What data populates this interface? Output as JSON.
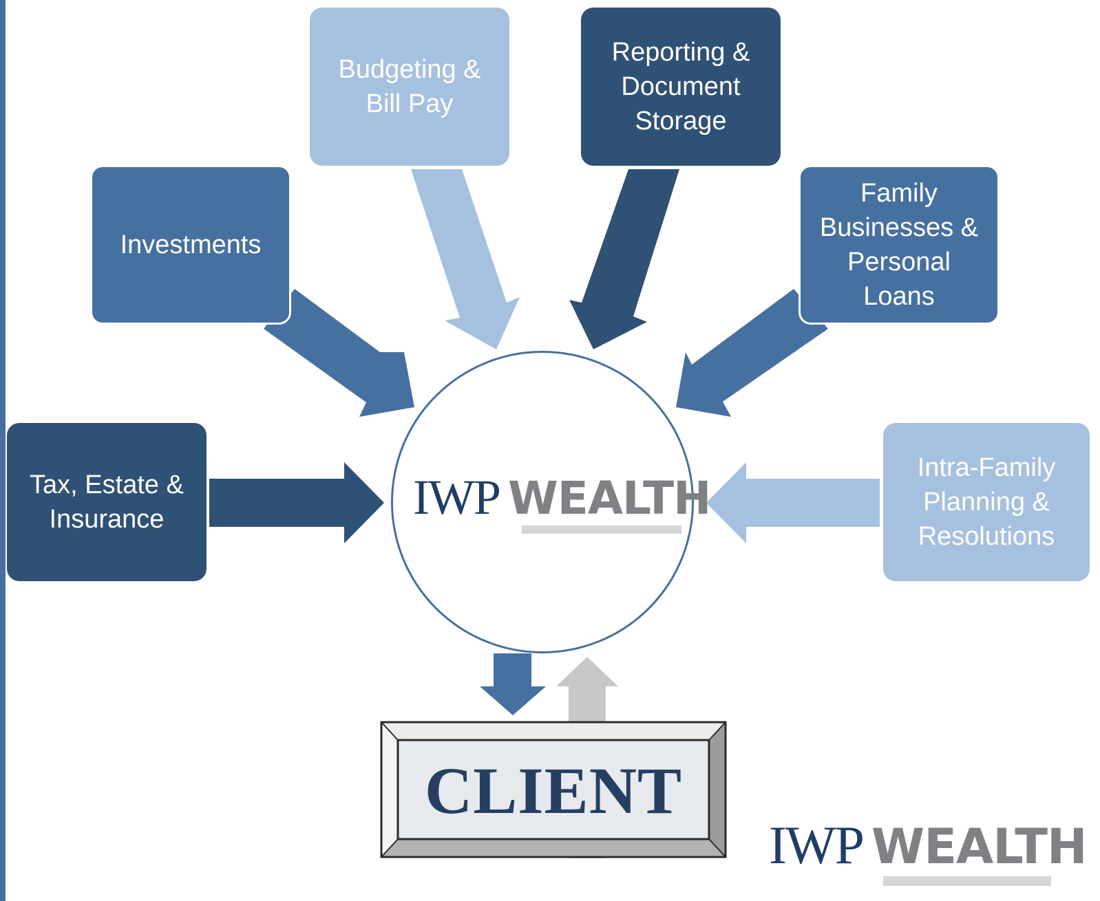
{
  "diagram": {
    "hub": {
      "brand_primary": "IWP",
      "brand_secondary": "WEALTH"
    },
    "services": [
      {
        "id": "investments",
        "label": "Investments"
      },
      {
        "id": "budgeting",
        "label": "Budgeting &\nBill Pay"
      },
      {
        "id": "reporting",
        "label": "Reporting &\nDocument\nStorage"
      },
      {
        "id": "family",
        "label": "Family\nBusinesses &\nPersonal\nLoans"
      },
      {
        "id": "tax",
        "label": "Tax, Estate &\nInsurance"
      },
      {
        "id": "intra",
        "label": "Intra-Family\nPlanning &\nResolutions"
      }
    ],
    "client": {
      "label": "CLIENT"
    },
    "footer_logo": {
      "brand_primary": "IWP",
      "brand_secondary": "WEALTH"
    }
  },
  "colors": {
    "medium_blue": "#46709f",
    "dark_blue": "#2f5175",
    "light_blue": "#a6c0df",
    "navy_text": "#1f3d66",
    "gray_text": "#7f8184",
    "arrow_gray": "#c8c8c8"
  }
}
